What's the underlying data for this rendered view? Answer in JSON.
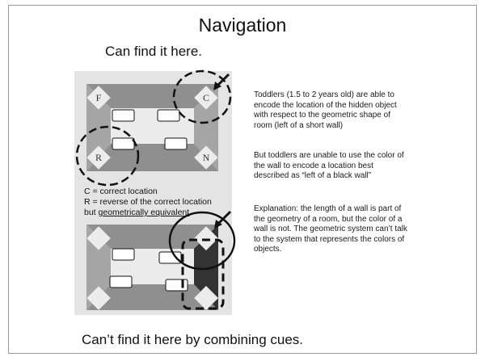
{
  "slide": {
    "title": "Navigation",
    "caption_top": "Can find it here.",
    "caption_bottom": "Can’t find it here by combining cues.",
    "paragraphs": [
      "Toddlers (1.5 to 2 years old) are able to encode the location of the hidden object with respect to the geometric shape of room (left of a short wall)",
      "But toddlers are unable to use the color of the wall to encode a location best described as “left of a black wall”",
      "Explanation: the length of a wall is part of the geometry of a room, but the color of a wall is not. The geometric system can’t talk to the system that represents the colors of objects."
    ],
    "legend": {
      "line1": "C = correct location",
      "line2": "R = reverse of the correct location",
      "line3_prefix": "but ",
      "line3_underlined": "geometrically equivalent"
    },
    "corner_labels": {
      "top_left": "F",
      "top_right": "C",
      "bottom_left": "R",
      "bottom_right": "N"
    }
  }
}
